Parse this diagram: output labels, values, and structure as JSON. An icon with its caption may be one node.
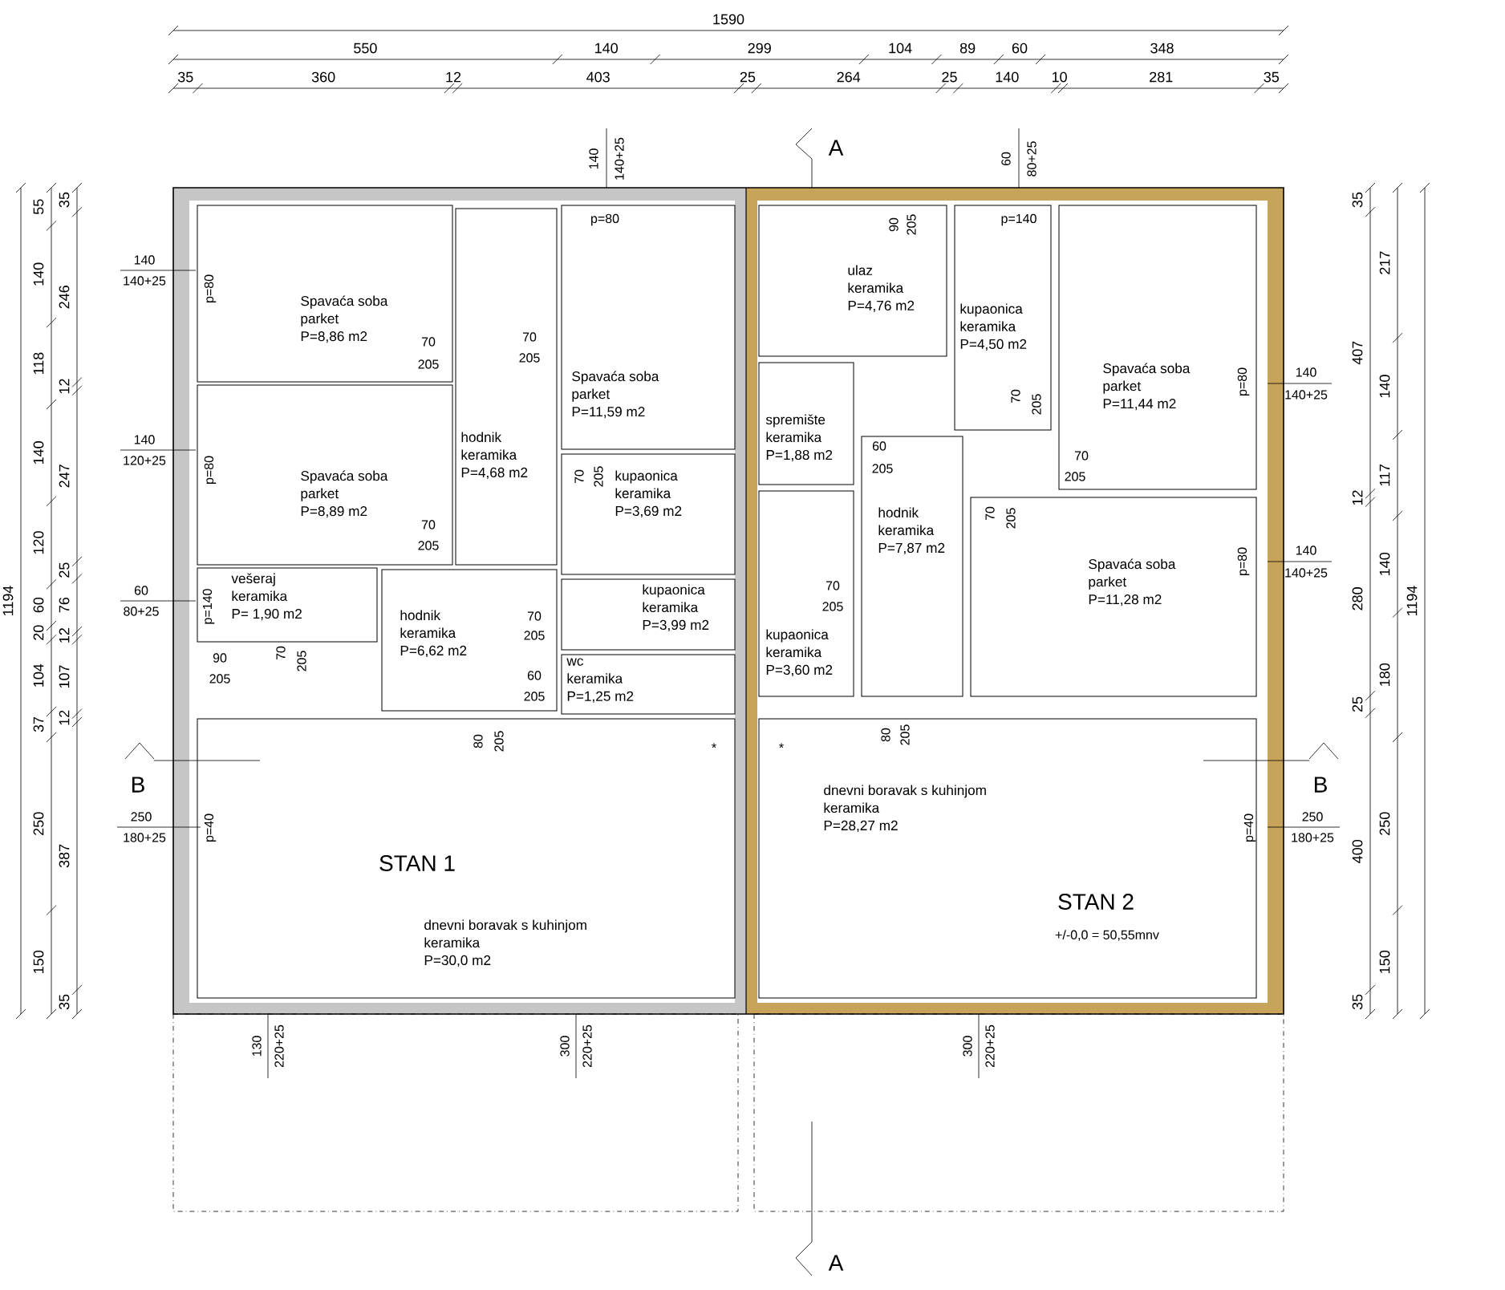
{
  "diagram": {
    "nodes": [
      {
        "text": [
          "Spavaća soba",
          "parket",
          "P=8,86 m2"
        ]
      },
      {
        "text": [
          "Spavaća soba",
          "parket",
          "P=8,89 m2"
        ]
      },
      {
        "text": [
          "Spavaća soba",
          "parket",
          "P=11,59 m2"
        ]
      },
      {
        "text": [
          "hodnik",
          "keramika",
          "P=4,68 m2"
        ]
      },
      {
        "text": [
          "kupaonica",
          "keramika",
          "P=3,69 m2"
        ]
      },
      {
        "text": [
          "vešeraj",
          "keramika",
          "P= 1,90 m2"
        ]
      },
      {
        "text": [
          "hodnik",
          "keramika",
          "P=6,62 m2"
        ]
      },
      {
        "text": [
          "kupaonica",
          "keramika",
          "P=3,99 m2"
        ]
      },
      {
        "text": [
          "wc",
          "keramika",
          "P=1,25 m2"
        ]
      },
      {
        "text": [
          "ulaz",
          "keramika",
          "P=4,76 m2"
        ]
      },
      {
        "text": [
          "kupaonica",
          "keramika",
          "P=4,50 m2"
        ]
      },
      {
        "text": [
          "Spavaća soba",
          "parket",
          "P=11,44 m2"
        ]
      },
      {
        "text": [
          "spremište",
          "keramika",
          "P=1,88 m2"
        ]
      },
      {
        "text": [
          "hodnik",
          "keramika",
          "P=7,87 m2"
        ]
      },
      {
        "text": [
          "Spavaća soba",
          "parket",
          "P=11,28 m2"
        ]
      },
      {
        "text": [
          "kupaonica",
          "keramika",
          "P=3,60 m2"
        ]
      },
      {
        "text": [
          "STAN 1",
          "dnevni boravak s kuhinjom",
          "keramika",
          "P=30,0 m2"
        ]
      },
      {
        "text": [
          "STAN 2",
          "dnevni boravak s kuhinjom",
          "keramika",
          "P=28,27 m2"
        ]
      }
    ],
    "labels": [
      "1590",
      "550",
      "140",
      "299",
      "104",
      "89",
      "60",
      "348",
      "35",
      "360",
      "12",
      "403",
      "25",
      "264",
      "25",
      "140",
      "10",
      "281",
      "35",
      "1194",
      "55",
      "140",
      "118",
      "140",
      "120",
      "60",
      "20",
      "104",
      "37",
      "250",
      "150",
      "35",
      "246",
      "12",
      "247",
      "25",
      "76",
      "12",
      "107",
      "12",
      "387",
      "35",
      "35",
      "407",
      "12",
      "280",
      "25",
      "400",
      "35",
      "217",
      "140",
      "117",
      "140",
      "180",
      "250",
      "150",
      "1194",
      "A",
      "140",
      "140+25",
      "60",
      "80+25",
      "p=80",
      "p=140",
      "140",
      "140+25",
      "p=80",
      "140",
      "120+25",
      "p=80",
      "60",
      "80+25",
      "p=140",
      "90",
      "205",
      "70",
      "205",
      "70",
      "205",
      "70",
      "205",
      "70",
      "205",
      "70",
      "205",
      "70",
      "205",
      "60",
      "205",
      "80",
      "205",
      "90",
      "205",
      "60",
      "205",
      "70",
      "205",
      "70",
      "205",
      "70",
      "205",
      "70",
      "205",
      "80",
      "205",
      "140",
      "140+25",
      "p=80",
      "140",
      "140+25",
      "p=80",
      "B",
      "250",
      "180+25",
      "p=40",
      "B",
      "250",
      "180+25",
      "p=40",
      "*",
      "*",
      "+/-0,0 = 50,55mnv",
      "130",
      "220+25",
      "300",
      "220+25",
      "300",
      "220+25",
      "A"
    ]
  }
}
